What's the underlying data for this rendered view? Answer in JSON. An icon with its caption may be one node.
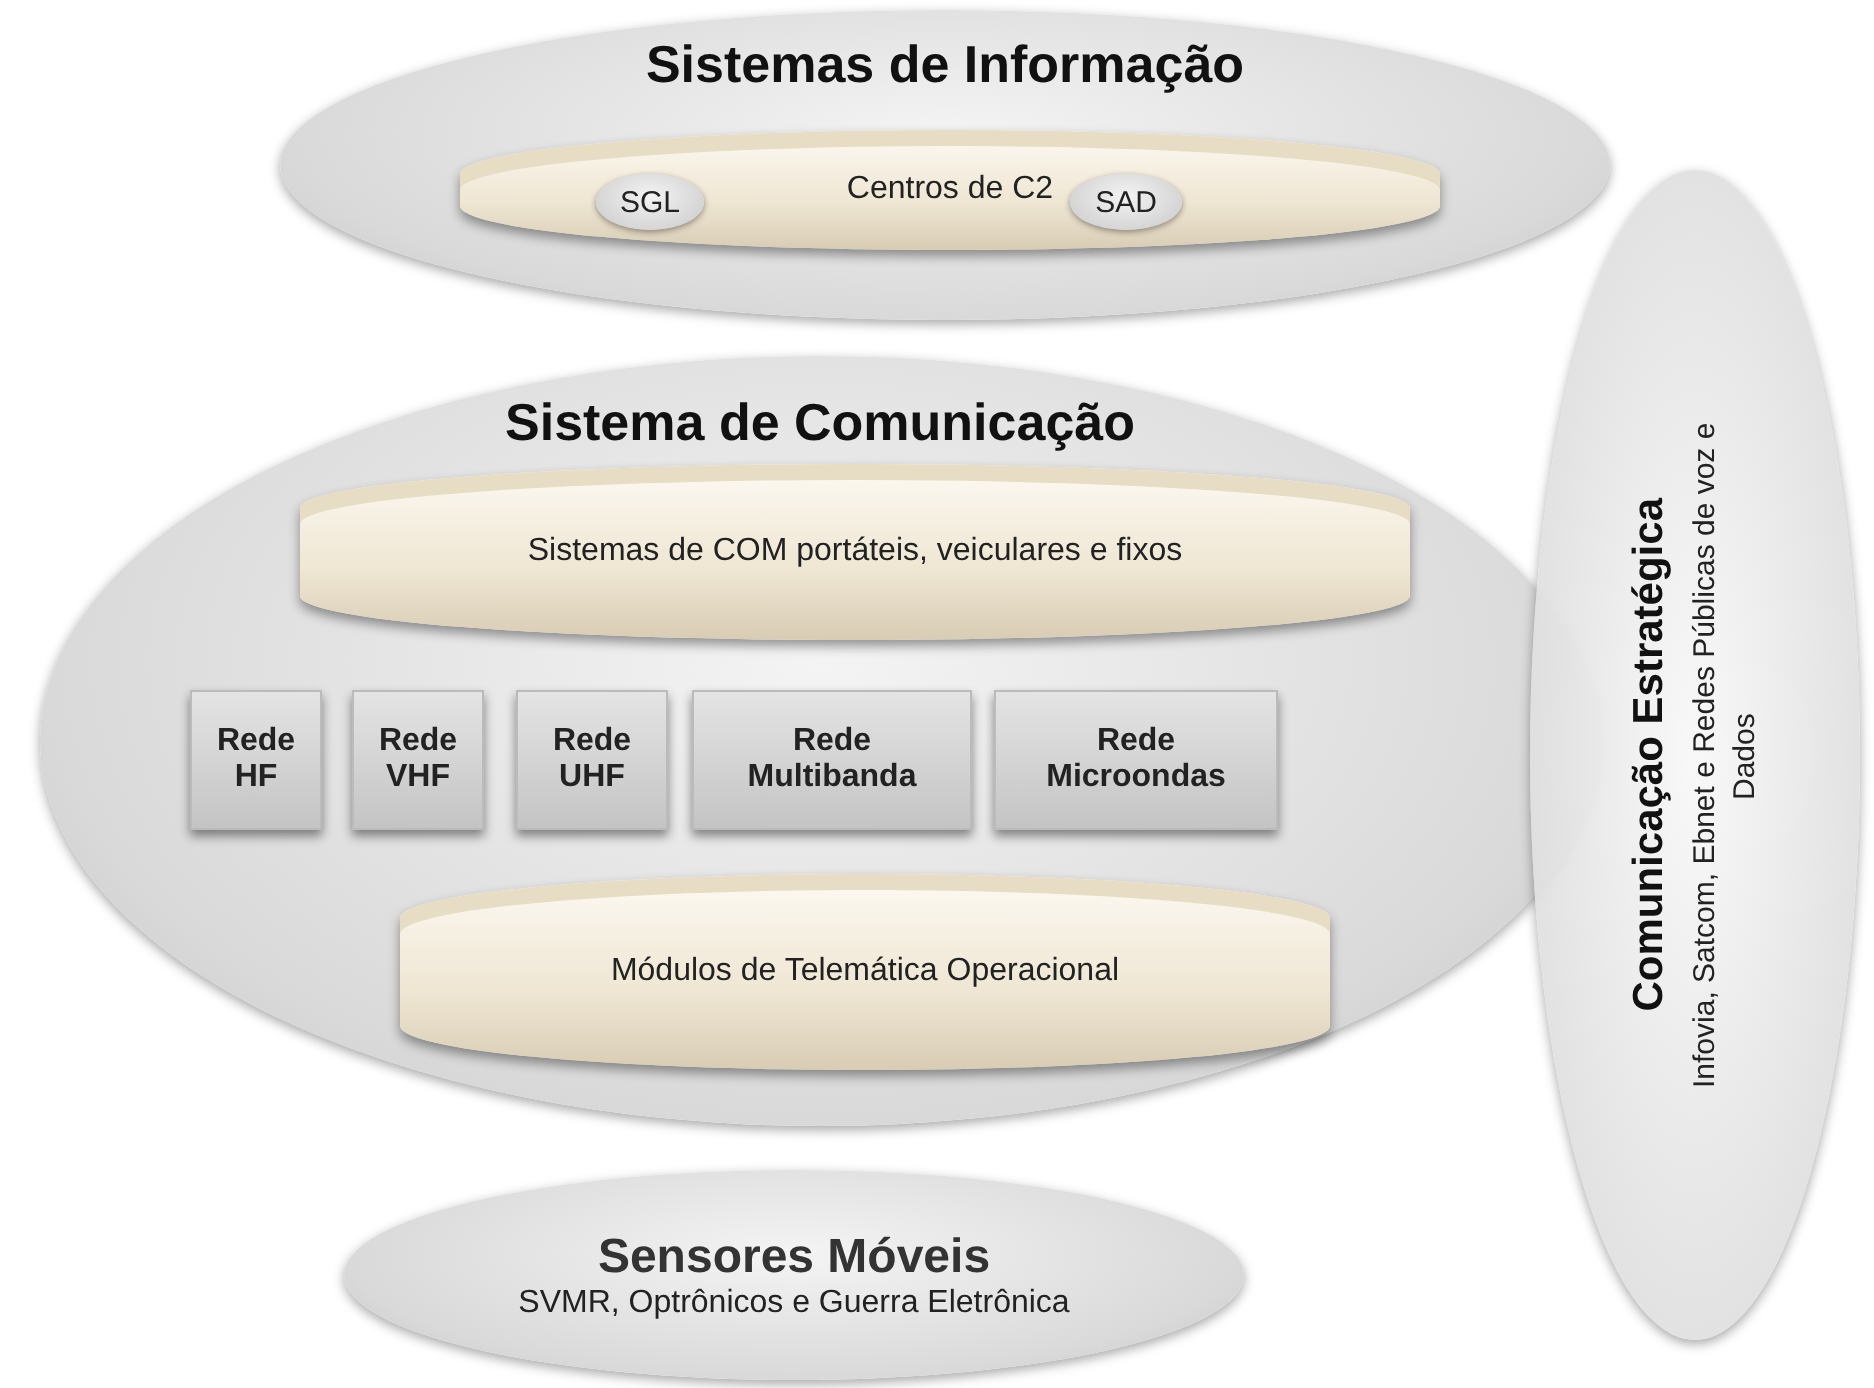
{
  "diagram": {
    "nodes": [
      {
        "text": [
          "Sistemas de Informação"
        ]
      },
      {
        "text": [
          "Centros de C2"
        ],
        "in": 0
      },
      {
        "text": [
          "SGL"
        ],
        "in": 1
      },
      {
        "text": [
          "SAD"
        ],
        "in": 1
      },
      {
        "text": [
          "Sistema de Comunicação"
        ]
      },
      {
        "text": [
          "Sistemas de COM portáteis, veiculares e fixos"
        ],
        "in": 4
      },
      {
        "text": [
          "Rede HF"
        ],
        "in": 4
      },
      {
        "text": [
          "Rede VHF"
        ],
        "in": 4
      },
      {
        "text": [
          "Rede UHF"
        ],
        "in": 4
      },
      {
        "text": [
          "Rede Multibanda"
        ],
        "in": 4
      },
      {
        "text": [
          "Rede Microondas"
        ],
        "in": 4
      },
      {
        "text": [
          "Módulos de Telemática Operacional"
        ],
        "in": 4
      },
      {
        "text": [
          "Comunicação Estratégica",
          "Infovia, Satcom, Ebnet e Redes Públicas de voz e Dados"
        ]
      },
      {
        "text": [
          "Sensores Móveis",
          "SVMR, Optrônicos e Guerra Eletrônica"
        ]
      }
    ],
    "edges": []
  }
}
